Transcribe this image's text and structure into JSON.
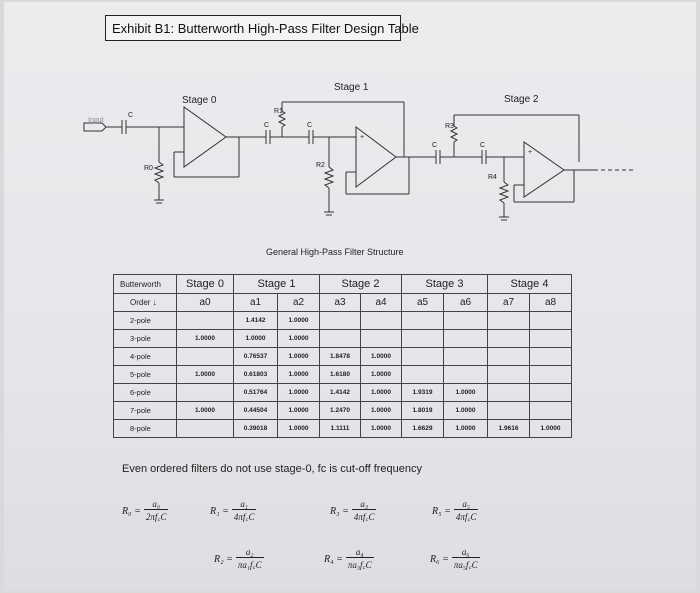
{
  "title": "Exhibit B1: Butterworth High-Pass Filter Design Table",
  "diagram": {
    "input_label": "Input",
    "stages": [
      "Stage 0",
      "Stage 1",
      "Stage 2"
    ],
    "components": {
      "c": "C",
      "r0": "R0",
      "r1": "R1",
      "r2": "R2",
      "r3": "R3",
      "r4": "R4",
      "plus": "+"
    },
    "caption": "General High-Pass Filter Structure"
  },
  "table": {
    "corner_header": "Butterworth",
    "order_header": "Order ↓",
    "stage_headers": [
      "Stage 0",
      "Stage 1",
      "Stage 2",
      "Stage 3",
      "Stage 4"
    ],
    "coef_headers": [
      "a0",
      "a1",
      "a2",
      "a3",
      "a4",
      "a5",
      "a6",
      "a7",
      "a8"
    ],
    "rows": [
      {
        "order": "2-pole",
        "cells": [
          "",
          "1.4142",
          "1.0000",
          "",
          "",
          "",
          "",
          "",
          ""
        ]
      },
      {
        "order": "3-pole",
        "cells": [
          "1.0000",
          "1.0000",
          "1.0000",
          "",
          "",
          "",
          "",
          "",
          ""
        ]
      },
      {
        "order": "4-pole",
        "cells": [
          "",
          "0.76537",
          "1.0000",
          "1.8478",
          "1.0000",
          "",
          "",
          "",
          ""
        ]
      },
      {
        "order": "5-pole",
        "cells": [
          "1.0000",
          "0.61803",
          "1.0000",
          "1.6180",
          "1.0000",
          "",
          "",
          "",
          ""
        ]
      },
      {
        "order": "6-pole",
        "cells": [
          "",
          "0.51764",
          "1.0000",
          "1.4142",
          "1.0000",
          "1.9319",
          "1.0000",
          "",
          ""
        ]
      },
      {
        "order": "7-pole",
        "cells": [
          "1.0000",
          "0.44504",
          "1.0000",
          "1.2470",
          "1.0000",
          "1.8019",
          "1.0000",
          "",
          ""
        ]
      },
      {
        "order": "8-pole",
        "cells": [
          "",
          "0.39018",
          "1.0000",
          "1.1111",
          "1.0000",
          "1.6629",
          "1.0000",
          "1.9616",
          "1.0000"
        ]
      }
    ]
  },
  "note": "Even ordered filters do not use stage-0, fc is cut-off frequency",
  "formulas": [
    {
      "lhs": "R₀ =",
      "num": "a₀",
      "den": "2πf꜀C"
    },
    {
      "lhs": "R₁ =",
      "num": "a₁",
      "den": "4πf꜀C"
    },
    {
      "lhs": "R₃ =",
      "num": "a₃",
      "den": "4πf꜀C"
    },
    {
      "lhs": "R₅ =",
      "num": "a₅",
      "den": "4πf꜀C"
    },
    {
      "lhs": "R₂ =",
      "num": "a₂",
      "den": "πa₁f꜀C"
    },
    {
      "lhs": "R₄ =",
      "num": "a₄",
      "den": "πa₃f꜀C"
    },
    {
      "lhs": "R₆ =",
      "num": "a₆",
      "den": "πa₅f꜀C"
    }
  ]
}
